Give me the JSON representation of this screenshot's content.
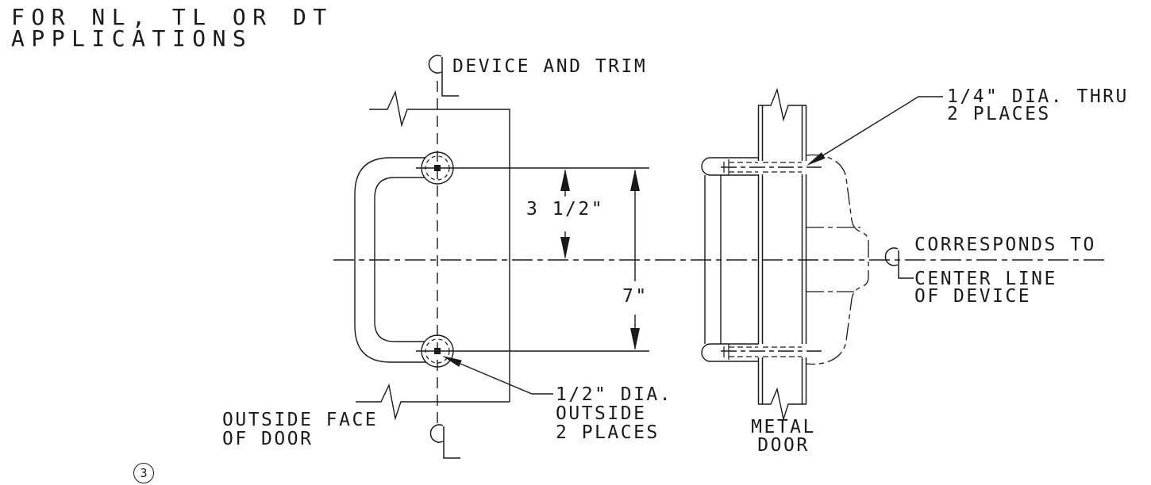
{
  "drawing": {
    "note_applications": "FOR NL, TL OR DT\nAPPLICATIONS",
    "centerline_device_trim": "DEVICE AND TRIM",
    "callout_quarter_dia": "1/4\" DIA. THRU\n2 PLACES",
    "dim_hole_spacing_upper": "3 1/2\"",
    "dim_hole_spacing_total": "7\"",
    "note_corresponds": "CORRESPONDS TO",
    "note_corresponds_2": "CENTER LINE\nOF DEVICE",
    "callout_half_dia": "1/2\" DIA.\nOUTSIDE\n2 PLACES",
    "note_outside_face": "OUTSIDE FACE\nOF DOOR",
    "label_metal_door": "METAL\nDOOR",
    "sheet_marker": "3"
  },
  "colors": {
    "ink": "#1a1a1a",
    "paper": "#ffffff"
  }
}
